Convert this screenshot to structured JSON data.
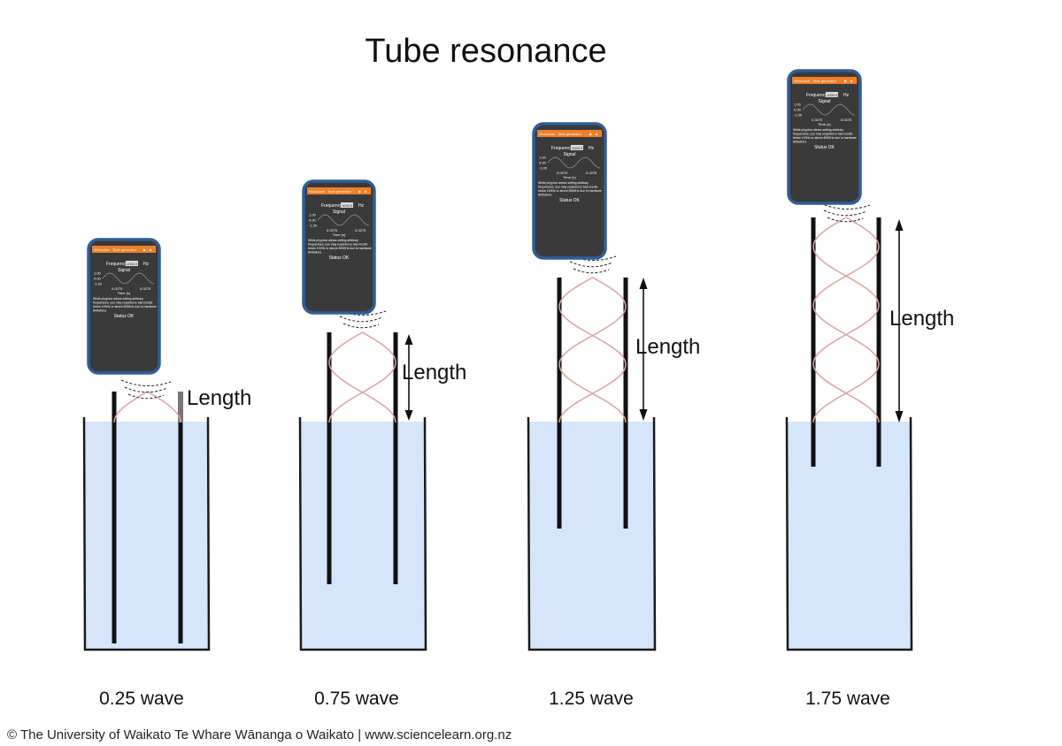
{
  "title": "Tube resonance",
  "credit": "© The University of Waikato Te Whare Wānanga o Waikato | www.sciencelearn.org.nz",
  "colors": {
    "water": "#d6e6fa",
    "container": "#1a1a1a",
    "tube": "#111111",
    "wave": "#e2a0a0",
    "phone_frame": "#2f5e99",
    "phone_screen": "#3a3a3a",
    "phone_header": "#f07f2a"
  },
  "phone": {
    "back": "Ensudow",
    "app": "Tone generator",
    "frequency_label": "Frequency",
    "frequency_value": "1000.0",
    "unit": "Hz",
    "signal": "Signal",
    "y_ticks": [
      "1.00",
      "0.00",
      "-1.00"
    ],
    "x_ticks": [
      "0.0270",
      "0.0275"
    ],
    "x_axis": "Time (s)",
    "note": [
      "While phyphox allows setting arbitrary",
      "frequencies, you may experience bad results",
      "below 100Hz or above 8000Hz due to hardware",
      "limitations."
    ],
    "status_label": "Status",
    "status_value": "OK"
  },
  "length_label": "Length",
  "setups": [
    {
      "label": "0.25 wave",
      "waves": 0.25
    },
    {
      "label": "0.75 wave",
      "waves": 0.75
    },
    {
      "label": "1.25 wave",
      "waves": 1.25
    },
    {
      "label": "1.75 wave",
      "waves": 1.75
    }
  ]
}
